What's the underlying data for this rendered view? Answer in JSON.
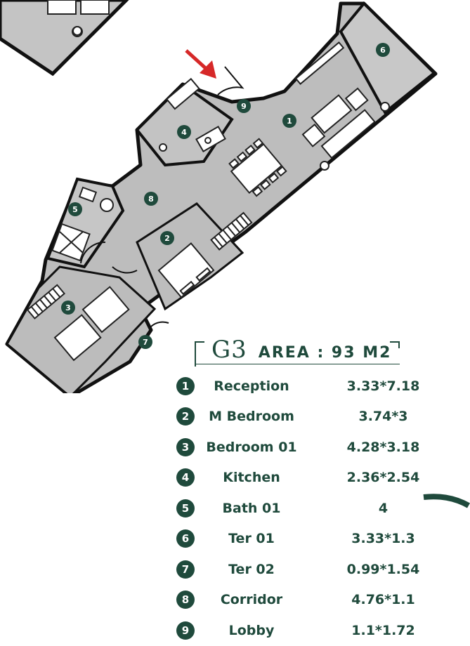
{
  "unit": {
    "code": "G3",
    "area_label": "AREA : 93 M2"
  },
  "rooms": [
    {
      "number": "1",
      "name": "Reception",
      "size": "3.33*7.18"
    },
    {
      "number": "2",
      "name": "M Bedroom",
      "size": "3.74*3"
    },
    {
      "number": "3",
      "name": "Bedroom 01",
      "size": "4.28*3.18"
    },
    {
      "number": "4",
      "name": "Kitchen",
      "size": "2.36*2.54"
    },
    {
      "number": "5",
      "name": "Bath 01",
      "size": "4"
    },
    {
      "number": "6",
      "name": "Ter 01",
      "size": "3.33*1.3"
    },
    {
      "number": "7",
      "name": "Ter 02",
      "size": "0.99*1.54"
    },
    {
      "number": "8",
      "name": "Corridor",
      "size": "4.76*1.1"
    },
    {
      "number": "9",
      "name": "Lobby",
      "size": "1.1*1.72"
    }
  ],
  "plan_labels": [
    "1",
    "2",
    "3",
    "4",
    "5",
    "6",
    "7",
    "8",
    "9"
  ],
  "colors": {
    "brand_green": "#1f4a3c",
    "floor_gray": "#bdbdbd",
    "wall_black": "#111111",
    "entry_arrow": "#d62828"
  },
  "icons": [
    "entry-arrow-icon",
    "dining-table-icon",
    "sofa-icon",
    "bed-icon",
    "stairs-icon",
    "toilet-icon",
    "shower-icon",
    "stove-icon"
  ]
}
